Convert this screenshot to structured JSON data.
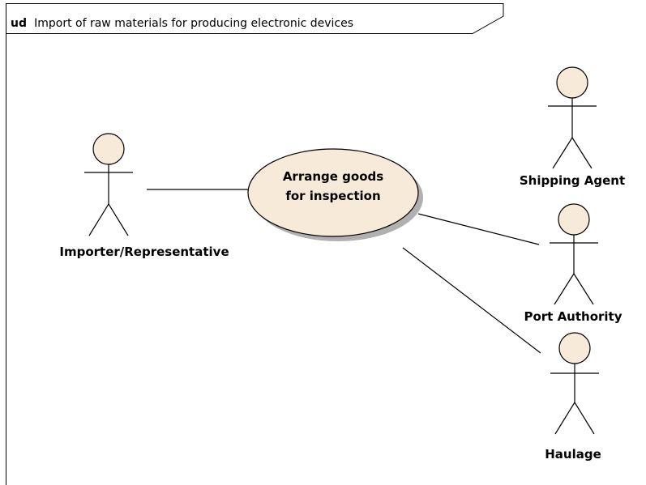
{
  "frame": {
    "keyword": "ud",
    "title": "Import of raw materials for producing electronic devices"
  },
  "use_case": {
    "label_line1": "Arrange goods",
    "label_line2": "for inspection"
  },
  "actors": {
    "importer": "Importer/Representative",
    "shipping_agent": "Shipping Agent",
    "port_authority": "Port Authority",
    "haulage": "Haulage"
  },
  "colors": {
    "element_fill": "#f8ead9",
    "line": "#000000",
    "shadow": "#b0b0b0"
  }
}
